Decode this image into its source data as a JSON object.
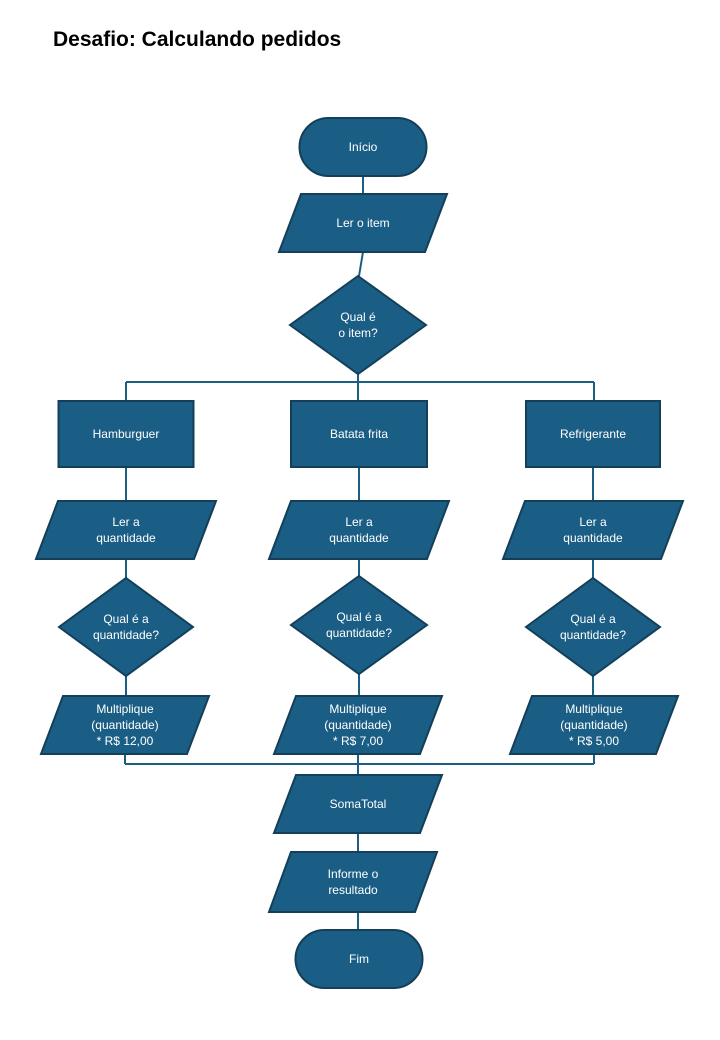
{
  "title": "Desafio: Calculando pedidos",
  "colors": {
    "shape_fill": "#1b5e85",
    "shape_stroke": "#133f59",
    "connector": "#1b5e85",
    "text": "#ffffff"
  },
  "nodes": {
    "start": {
      "label": [
        "Início"
      ]
    },
    "read_item": {
      "label": [
        "Ler o item"
      ]
    },
    "which_item": {
      "label": [
        "Qual é",
        "o item?"
      ]
    },
    "hamburger": {
      "label": [
        "Hamburguer"
      ]
    },
    "fries": {
      "label": [
        "Batata frita"
      ]
    },
    "soda": {
      "label": [
        "Refrigerante"
      ]
    },
    "read_qty_hamburger": {
      "label": [
        "Ler a",
        "quantidade"
      ]
    },
    "read_qty_fries": {
      "label": [
        "Ler a",
        "quantidade"
      ]
    },
    "read_qty_soda": {
      "label": [
        "Ler a",
        "quantidade"
      ]
    },
    "which_qty_hamburger": {
      "label": [
        "Qual é a",
        "quantidade?"
      ]
    },
    "which_qty_fries": {
      "label": [
        "Qual é a",
        "quantidade?"
      ]
    },
    "which_qty_soda": {
      "label": [
        "Qual é a",
        "quantidade?"
      ]
    },
    "multiply_hamburger": {
      "label": [
        "Multiplique",
        "(quantidade)",
        "* R$ 12,00"
      ]
    },
    "multiply_fries": {
      "label": [
        "Multiplique",
        "(quantidade)",
        "* R$ 7,00"
      ]
    },
    "multiply_soda": {
      "label": [
        "Multiplique",
        "(quantidade)",
        "* R$ 5,00"
      ]
    },
    "sum_total": {
      "label": [
        "SomaTotal"
      ]
    },
    "report_result": {
      "label": [
        "Informe o",
        "resultado"
      ]
    },
    "end": {
      "label": [
        "Fim"
      ]
    }
  }
}
